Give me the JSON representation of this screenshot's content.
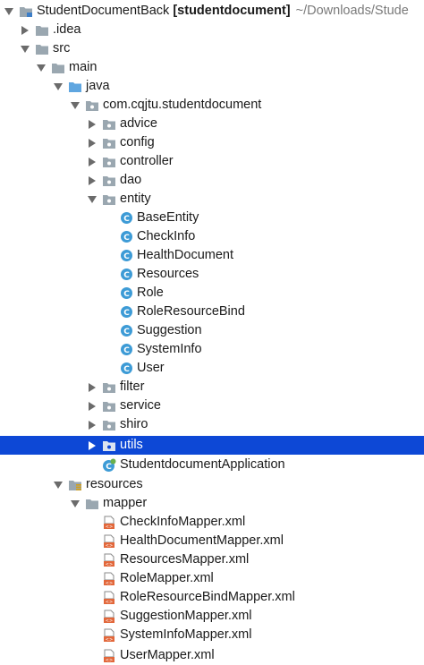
{
  "tree": {
    "project": {
      "name": "StudentDocumentBack",
      "module": "[studentdocument]",
      "path": "~/Downloads/Stude"
    },
    "nodes": [
      {
        "label": "StudentDocumentBack",
        "icon": "module-folder-icon",
        "state": "expanded"
      },
      {
        "label": ".idea",
        "icon": "folder-icon",
        "state": "collapsed"
      },
      {
        "label": "src",
        "icon": "folder-icon",
        "state": "expanded"
      },
      {
        "label": "main",
        "icon": "folder-icon",
        "state": "expanded"
      },
      {
        "label": "java",
        "icon": "source-root-folder-icon",
        "state": "expanded"
      },
      {
        "label": "com.cqjtu.studentdocument",
        "icon": "package-icon",
        "state": "expanded"
      },
      {
        "label": "advice",
        "icon": "package-icon",
        "state": "collapsed"
      },
      {
        "label": "config",
        "icon": "package-icon",
        "state": "collapsed"
      },
      {
        "label": "controller",
        "icon": "package-icon",
        "state": "collapsed"
      },
      {
        "label": "dao",
        "icon": "package-icon",
        "state": "collapsed"
      },
      {
        "label": "entity",
        "icon": "package-icon",
        "state": "expanded"
      },
      {
        "label": "BaseEntity",
        "icon": "class-icon",
        "state": "leaf"
      },
      {
        "label": "CheckInfo",
        "icon": "class-icon",
        "state": "leaf"
      },
      {
        "label": "HealthDocument",
        "icon": "class-icon",
        "state": "leaf"
      },
      {
        "label": "Resources",
        "icon": "class-icon",
        "state": "leaf"
      },
      {
        "label": "Role",
        "icon": "class-icon",
        "state": "leaf"
      },
      {
        "label": "RoleResourceBind",
        "icon": "class-icon",
        "state": "leaf"
      },
      {
        "label": "Suggestion",
        "icon": "class-icon",
        "state": "leaf"
      },
      {
        "label": "SystemInfo",
        "icon": "class-icon",
        "state": "leaf"
      },
      {
        "label": "User",
        "icon": "class-icon",
        "state": "leaf"
      },
      {
        "label": "filter",
        "icon": "package-icon",
        "state": "collapsed"
      },
      {
        "label": "service",
        "icon": "package-icon",
        "state": "collapsed"
      },
      {
        "label": "shiro",
        "icon": "package-icon",
        "state": "collapsed"
      },
      {
        "label": "utils",
        "icon": "package-icon",
        "state": "collapsed",
        "selected": true
      },
      {
        "label": "StudentdocumentApplication",
        "icon": "spring-boot-app-icon",
        "state": "leaf"
      },
      {
        "label": "resources",
        "icon": "resources-folder-icon",
        "state": "expanded"
      },
      {
        "label": "mapper",
        "icon": "folder-icon",
        "state": "expanded"
      },
      {
        "label": "CheckInfoMapper.xml",
        "icon": "xml-file-icon",
        "state": "leaf"
      },
      {
        "label": "HealthDocumentMapper.xml",
        "icon": "xml-file-icon",
        "state": "leaf"
      },
      {
        "label": "ResourcesMapper.xml",
        "icon": "xml-file-icon",
        "state": "leaf"
      },
      {
        "label": "RoleMapper.xml",
        "icon": "xml-file-icon",
        "state": "leaf"
      },
      {
        "label": "RoleResourceBindMapper.xml",
        "icon": "xml-file-icon",
        "state": "leaf"
      },
      {
        "label": "SuggestionMapper.xml",
        "icon": "xml-file-icon",
        "state": "leaf"
      },
      {
        "label": "SystemInfoMapper.xml",
        "icon": "xml-file-icon",
        "state": "leaf"
      },
      {
        "label": "UserMapper.xml",
        "icon": "xml-file-icon",
        "state": "leaf"
      }
    ]
  },
  "colors": {
    "selection": "#0d48d6",
    "folder": "#9aa7b0",
    "source_root": "#5fa6e0",
    "class_icon": "#3d9bd6",
    "xml_icon": "#e2673a",
    "resources_bars": "#d4a017"
  }
}
